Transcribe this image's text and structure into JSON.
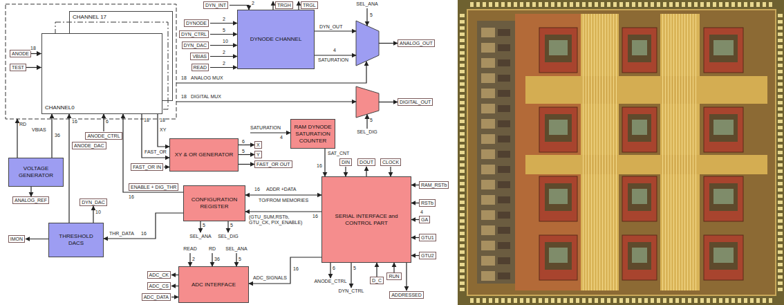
{
  "diagram": {
    "nodes": [
      {
        "text": [
          "CHANNEL 17"
        ]
      },
      {
        "text": [
          "CHANNEL0"
        ]
      },
      {
        "text": [
          "DYNODE CHANNEL"
        ]
      },
      {
        "text": [
          "RAM DYNODE SATURATION COUNTER"
        ]
      },
      {
        "text": [
          "XY & OR GENERATOR"
        ]
      },
      {
        "text": [
          "VOLTAGE GENERATOR"
        ]
      },
      {
        "text": [
          "CONFIGURATION REGISTER"
        ]
      },
      {
        "text": [
          "SERIAL INTERFACE and CONTROL PART"
        ]
      },
      {
        "text": [
          "THRESHOLD DACS"
        ]
      },
      {
        "text": [
          "ADC INTERFACE"
        ]
      }
    ],
    "edges": [
      {
        "from": 1,
        "to": 4,
        "arrow": "to"
      },
      {
        "from": 1,
        "to": 4,
        "arrow": "to"
      },
      {
        "from": 5,
        "to": 1,
        "arrow": "to"
      },
      {
        "from": 8,
        "to": 1,
        "arrow": "to"
      },
      {
        "from": 6,
        "to": 1,
        "arrow": "to"
      },
      {
        "from": 6,
        "to": 8,
        "arrow": "to"
      },
      {
        "from": 6,
        "to": 7,
        "arrow": "both"
      },
      {
        "from": 7,
        "to": 6,
        "arrow": "to"
      },
      {
        "from": 3,
        "to": 7,
        "arrow": "to"
      },
      {
        "from": 7,
        "to": 9,
        "arrow": "to"
      }
    ],
    "labels": [
      "ANODE",
      "18",
      "TEST",
      "DYNODE",
      "2",
      "DYN_CTRL",
      "5",
      "DYN_DAC",
      "10",
      "VBIAS",
      "2",
      "READ",
      "2",
      "DYN_INT",
      "2",
      "TRGH",
      "TRGL",
      "DYN_OUT",
      "4",
      "SATURATION",
      "SEL_ANA",
      "5",
      "ANALOG_OUT",
      "18",
      "ANALOG MUX",
      "18",
      "DIGITAL MUX",
      "DIGITAL_OUT",
      "5",
      "SEL_DIG",
      "RD",
      "VBIAS",
      "36",
      "ANODE_DAC",
      "16",
      "ANODE_CTRL",
      "6",
      "18",
      "18",
      "XY",
      "FAST_OR",
      "FAST_OR IN",
      "6",
      "X",
      "5",
      "Y",
      "FAST_OR OUT",
      "SATURATION",
      "4",
      "SAT_CNT",
      "16",
      "DIN",
      "DOUT",
      "CLOCK",
      "RAM_RSTb",
      "RSTb",
      "4",
      "GA",
      "GTU1",
      "GTU2",
      "6",
      "ANODE_CTRL",
      "5",
      "DYN_CTRL",
      "D_C",
      "RUN",
      "ADDRESSED",
      "16",
      "ADDR +DATA",
      "TO/FROM MEMORIES",
      "16",
      "(GTU_SUM,RSTb, GTU_CK, PIX_ENABLE)",
      "ADC_SIGNALS",
      "16",
      "READ",
      "2",
      "RD",
      "36",
      "SEL_ANA",
      "5",
      "5",
      "SEL_ANA",
      "5",
      "SEL_DIG",
      "ENABLE + DIG_THR",
      "16",
      "THR_DATA",
      "16",
      "DYN_DAC",
      "10",
      "ANALOG_REF",
      "IMON",
      "ADC_CK",
      "ADC_CS",
      "ADC_DATA"
    ]
  }
}
